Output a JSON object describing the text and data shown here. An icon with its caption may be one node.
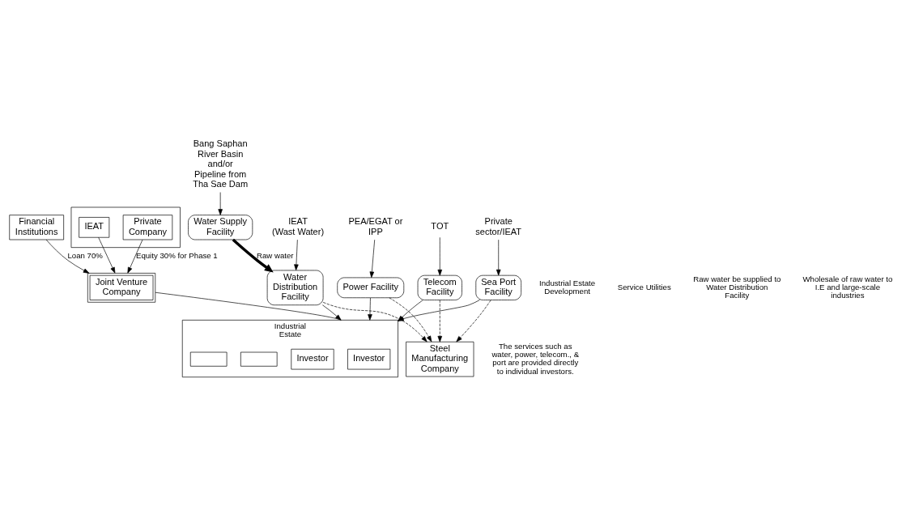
{
  "diagram": {
    "nodes": [
      {
        "text": [],
        "shape": "box"
      },
      {
        "text": [
          "Private Company"
        ],
        "in": 0
      },
      {
        "text": [
          "IEAT"
        ],
        "in": 0
      },
      {
        "text": [
          "Joint Venture Company"
        ]
      },
      {
        "text": [
          "Financial Institutions"
        ]
      },
      {
        "text": [
          "Industrial Estate"
        ]
      },
      {
        "text": [
          "Investor"
        ],
        "in": 5
      },
      {
        "text": [
          "Investor"
        ],
        "in": 5
      },
      {
        "text": [],
        "shape": "box",
        "in": 5
      },
      {
        "text": [],
        "shape": "box",
        "in": 5
      },
      {
        "text": [
          "Steel Manufacturing Company"
        ]
      },
      {
        "text": [
          "Water Supply Facility"
        ]
      },
      {
        "text": [
          "Water Distribution Facility"
        ]
      },
      {
        "text": [
          "Power Facility"
        ]
      },
      {
        "text": [
          "Telecom Facility"
        ]
      },
      {
        "text": [
          "Sea Port Facility"
        ]
      },
      {
        "text": [
          "Bang Saphan River Basin and/or Pipeline from Tha Sae Dam"
        ]
      },
      {
        "text": [
          "IEAT",
          "(Wast Water)"
        ]
      },
      {
        "text": [
          "PEA/EGAT or IPP"
        ]
      },
      {
        "text": [
          "TOT"
        ]
      },
      {
        "text": [
          "Private sector/IEAT"
        ]
      }
    ],
    "edges": [
      {
        "from": 1,
        "to": 3,
        "arrow": "to",
        "label": "Equity 30% for Phase 1"
      },
      {
        "from": 2,
        "to": 3,
        "arrow": "to"
      },
      {
        "from": 4,
        "to": 3,
        "arrow": "to",
        "label": "Loan 70%"
      },
      {
        "from": 3,
        "to": 5,
        "arrow": "none"
      },
      {
        "from": 11,
        "to": 12,
        "arrow": "to",
        "label": "Raw water",
        "style": "thick"
      },
      {
        "from": 12,
        "to": 5,
        "arrow": "to"
      },
      {
        "from": 13,
        "to": 5,
        "arrow": "to"
      },
      {
        "from": 14,
        "to": 5,
        "arrow": "to"
      },
      {
        "from": 15,
        "to": 5,
        "arrow": "to"
      },
      {
        "from": 12,
        "to": 10,
        "arrow": "to",
        "style": "dashed"
      },
      {
        "from": 13,
        "to": 10,
        "arrow": "to",
        "style": "dashed"
      },
      {
        "from": 14,
        "to": 10,
        "arrow": "to",
        "style": "dashed"
      },
      {
        "from": 15,
        "to": 10,
        "arrow": "to",
        "style": "dashed"
      },
      {
        "from": 16,
        "to": 11,
        "arrow": "to"
      },
      {
        "from": 17,
        "to": 12,
        "arrow": "to"
      },
      {
        "from": 18,
        "to": 13,
        "arrow": "to"
      },
      {
        "from": 19,
        "to": 14,
        "arrow": "to"
      },
      {
        "from": 20,
        "to": 15,
        "arrow": "to"
      }
    ],
    "labels": [
      "Industrial Estate Development",
      "Service Utilities",
      "Raw water be supplied to Water Distribution Facility",
      "Wholesale of raw water to I.E and large-scale industries",
      "The services such as water, power, telecom., & port are provided directly to individual investors."
    ]
  }
}
